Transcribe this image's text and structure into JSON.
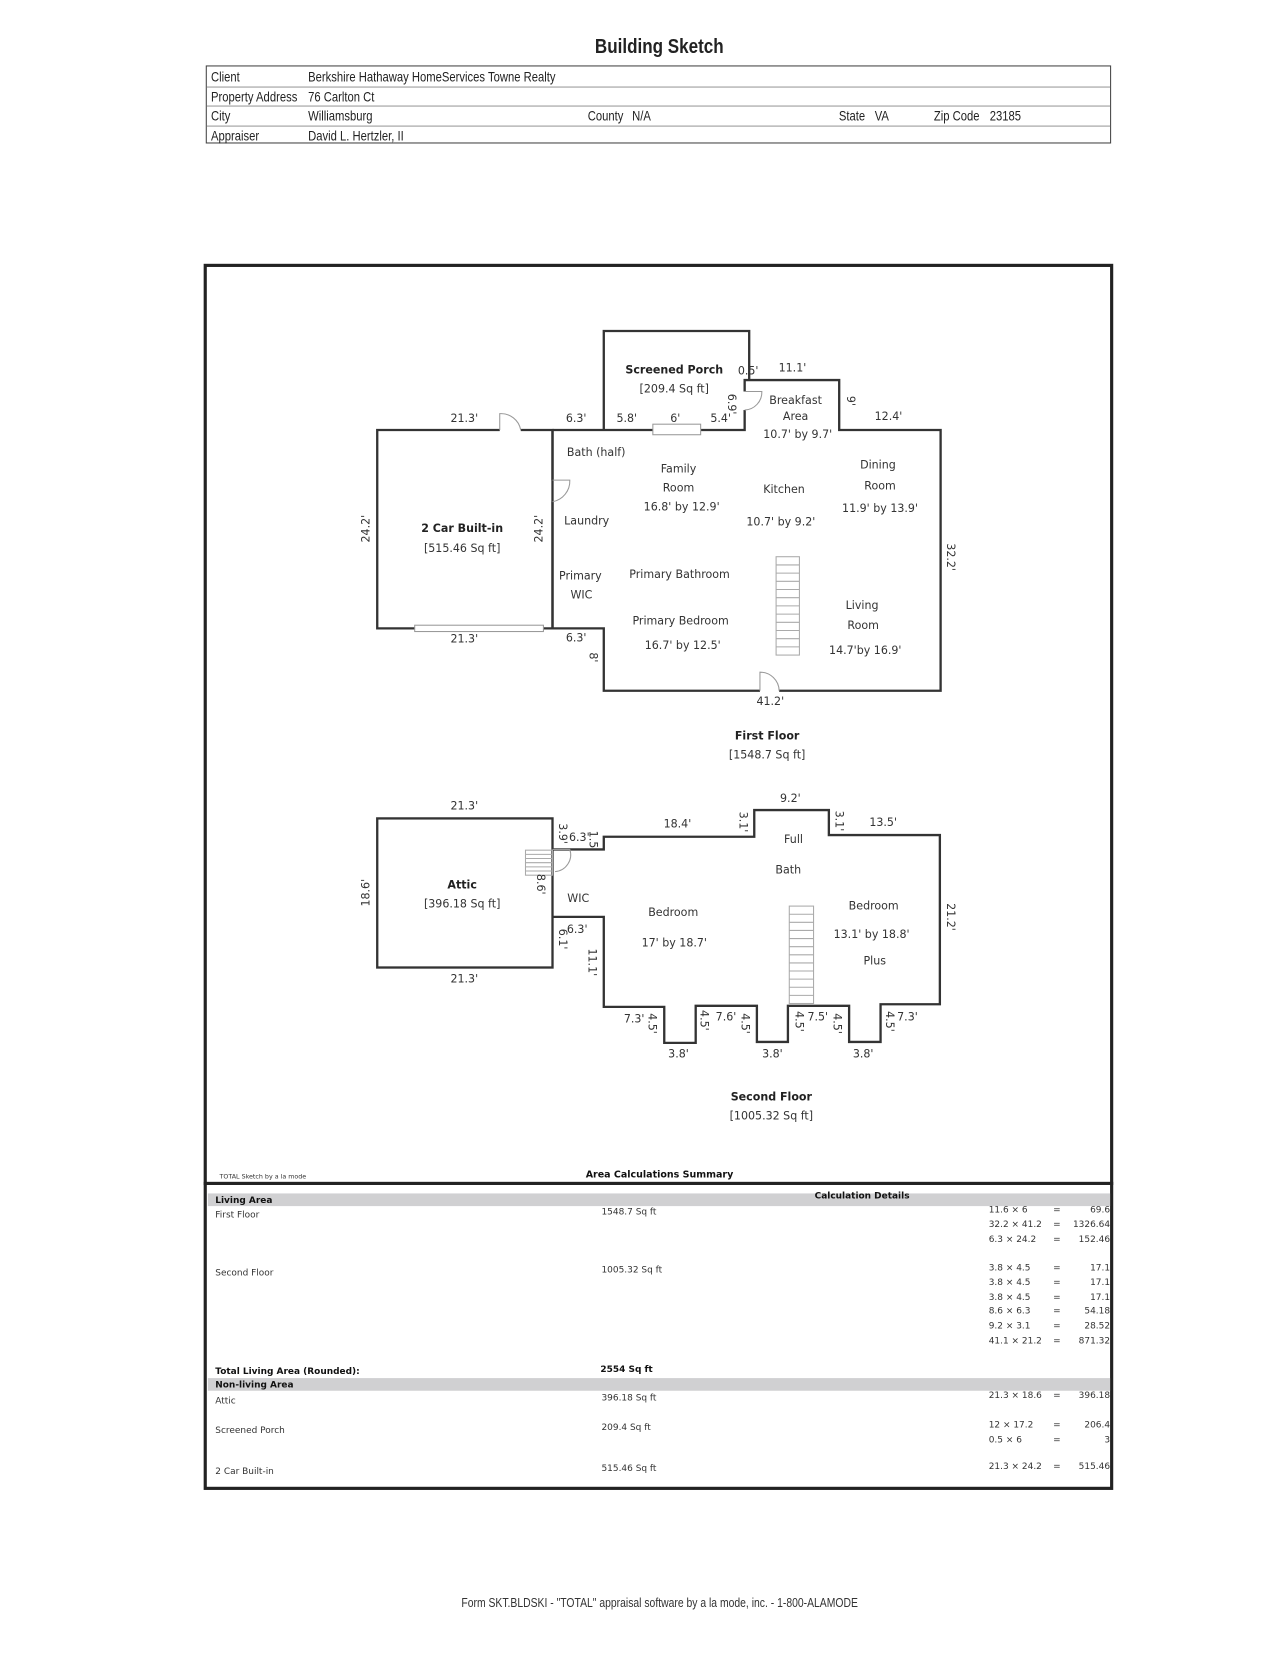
{
  "header": {
    "title": "Building Sketch",
    "client_label": "Client",
    "client": "Berkshire Hathaway HomeServices Towne Realty",
    "address_label": "Property Address",
    "address": "76 Carlton Ct",
    "city_label": "City",
    "city": "Williamsburg",
    "county_label": "County",
    "county": "N/A",
    "state_label": "State",
    "state": "VA",
    "zip_label": "Zip Code",
    "zip": "23185",
    "appraiser_label": "Appraiser",
    "appraiser": "David L. Hertzler, II"
  },
  "floor_plan": {
    "first_floor_labels": [
      "Screened Porch",
      "[209.4 Sq ft]",
      "Breakfast",
      "Area",
      "10.7' by 9.7'",
      "Bath (half)",
      "Family",
      "Room",
      "16.8' by 12.9'",
      "Kitchen",
      "10.7' by 9.2'",
      "Dining",
      "Room",
      "11.9' by 13.9'",
      "Laundry",
      "2 Car Built-in",
      "[515.46 Sq ft]",
      "Primary",
      "WIC",
      "Primary Bathroom",
      "Primary Bedroom",
      "16.7' by 12.5'",
      "Living",
      "Room",
      "14.7'by 16.9'",
      "First Floor",
      "[1548.7 Sq ft]"
    ],
    "first_floor_dimensions": [
      "21.3'",
      "6.3'",
      "5.8'",
      "6'",
      "5.4'",
      "6.9'",
      "0.5'",
      "11.1'",
      "9'",
      "12.4'",
      "24.2'",
      "24.2'",
      "32.2'",
      "21.3'",
      "6.3'",
      "8'",
      "41.2'"
    ],
    "second_floor_labels": [
      "Attic",
      "[396.18 Sq ft]",
      "WIC",
      "Full",
      "Bath",
      "Bedroom",
      "17' by 18.7'",
      "Bedroom",
      "13.1' by 18.8'",
      "Plus",
      "Second Floor",
      "[1005.32 Sq ft]"
    ],
    "second_floor_dimensions": [
      "21.3'",
      "18.6'",
      "21.3'",
      "8.6'",
      "3.9'",
      "6.3'",
      "1.5'",
      "6.3'",
      "6.1'",
      "11.1'",
      "18.4'",
      "3.1'",
      "9.2'",
      "3.1'",
      "13.5'",
      "21.2'",
      "7.3'",
      "4.5'",
      "3.8'",
      "4.5'",
      "7.6'",
      "4.5'",
      "3.8'",
      "4.5'",
      "7.5'",
      "4.5'",
      "3.8'",
      "4.5'",
      "7.3'"
    ]
  },
  "summary": {
    "credit": "TOTAL Sketch by a la mode",
    "title": "Area Calculations Summary",
    "living_heading": "Living Area",
    "details_heading": "Calculation Details",
    "living_rows": [
      {
        "name": "First Floor",
        "area": "1548.7 Sq ft",
        "calcs": [
          [
            "11.6 × 6",
            "=",
            "69.6"
          ],
          [
            "32.2 × 41.2",
            "=",
            "1326.64"
          ],
          [
            "6.3 × 24.2",
            "=",
            "152.46"
          ]
        ]
      },
      {
        "name": "Second Floor",
        "area": "1005.32 Sq ft",
        "calcs": [
          [
            "3.8 × 4.5",
            "=",
            "17.1"
          ],
          [
            "3.8 × 4.5",
            "=",
            "17.1"
          ],
          [
            "3.8 × 4.5",
            "=",
            "17.1"
          ],
          [
            "8.6 × 6.3",
            "=",
            "54.18"
          ],
          [
            "9.2 × 3.1",
            "=",
            "28.52"
          ],
          [
            "41.1 × 21.2",
            "=",
            "871.32"
          ]
        ]
      }
    ],
    "total_label": "Total Living Area (Rounded):",
    "total_value": "2554 Sq ft",
    "nonliving_heading": "Non-living Area",
    "nonliving_rows": [
      {
        "name": "Attic",
        "area": "396.18 Sq ft",
        "calcs": [
          [
            "21.3 × 18.6",
            "=",
            "396.18"
          ]
        ]
      },
      {
        "name": "Screened Porch",
        "area": "209.4 Sq ft",
        "calcs": [
          [
            "12 × 17.2",
            "=",
            "206.4"
          ],
          [
            "0.5 × 6",
            "=",
            "3"
          ]
        ]
      },
      {
        "name": "2 Car Built-in",
        "area": "515.46 Sq ft",
        "calcs": [
          [
            "21.3 × 24.2",
            "=",
            "515.46"
          ]
        ]
      }
    ]
  },
  "footer": "Form SKT.BLDSKI - \"TOTAL\" appraisal software by a la mode, inc. - 1-800-ALAMODE"
}
